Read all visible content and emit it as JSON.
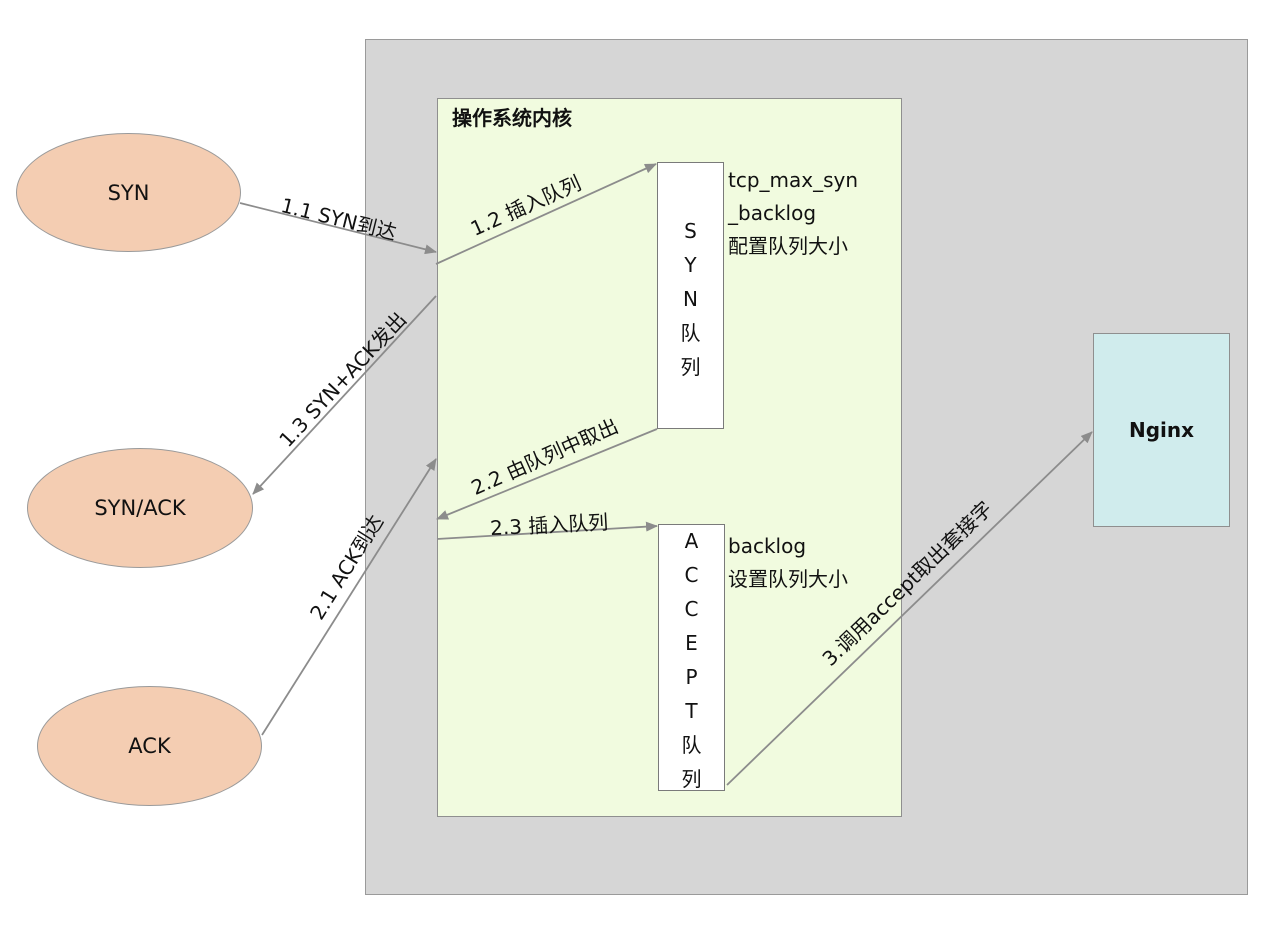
{
  "kernel_title": "操作系统内核",
  "nginx_label": "Nginx",
  "ellipses": {
    "syn": "SYN",
    "synack": "SYN/ACK",
    "ack": "ACK"
  },
  "syn_queue_label": [
    "S",
    "Y",
    "N",
    "队",
    "列"
  ],
  "accept_queue_label": [
    "A",
    "C",
    "C",
    "E",
    "P",
    "T",
    "队",
    "列"
  ],
  "syn_queue_note": [
    "tcp_max_syn",
    "_backlog",
    "配置队列大小"
  ],
  "accept_queue_note": [
    "backlog",
    "设置队列大小"
  ],
  "edges": {
    "e11": "1.1 SYN到达",
    "e12": "1.2 插入队列",
    "e13": "1.3 SYN+ACK发出",
    "e21": "2.1 ACK到达",
    "e22": "2.2 由队列中取出",
    "e23": "2.3 插入队列",
    "e3": "3.调用accept取出套接字"
  },
  "colors": {
    "outer_bg": "#d6d6d6",
    "kernel_bg": "#f1fbdf",
    "ellipse_bg": "#f4cdb2",
    "nginx_bg": "#d0eced",
    "arrow": "#8c8c8c"
  }
}
